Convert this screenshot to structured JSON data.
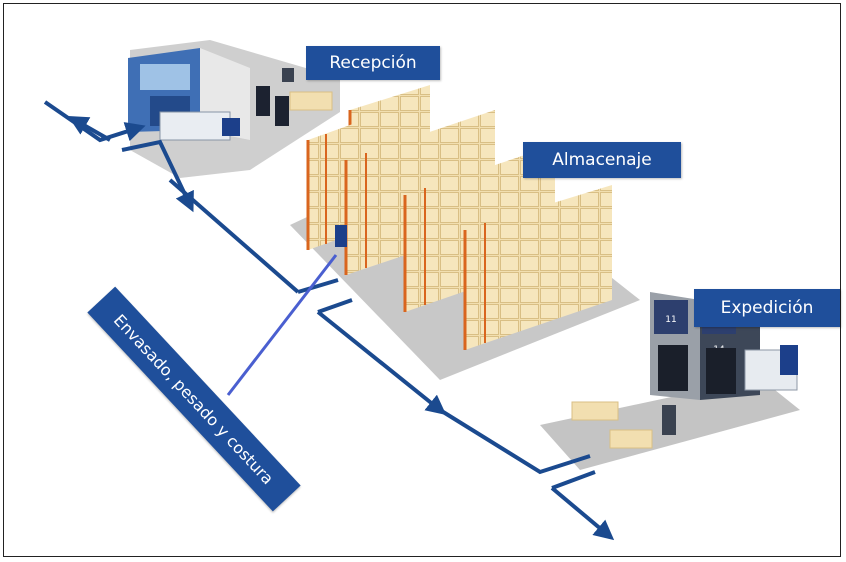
{
  "labels": {
    "recepcion": "Recepción",
    "almacenaje": "Almacenaje",
    "expedicion": "Expedición",
    "envasado": "Envasado, pesado y costura"
  },
  "dock_numbers": [
    "11",
    "14"
  ],
  "colors": {
    "label_bg": "#1f4f9b",
    "flow_line": "#1b4a8f",
    "box": "#f2dfb0",
    "rack_upright": "#d9651e",
    "floor": "#c8c8c8",
    "truck": "#1c3f8a"
  }
}
